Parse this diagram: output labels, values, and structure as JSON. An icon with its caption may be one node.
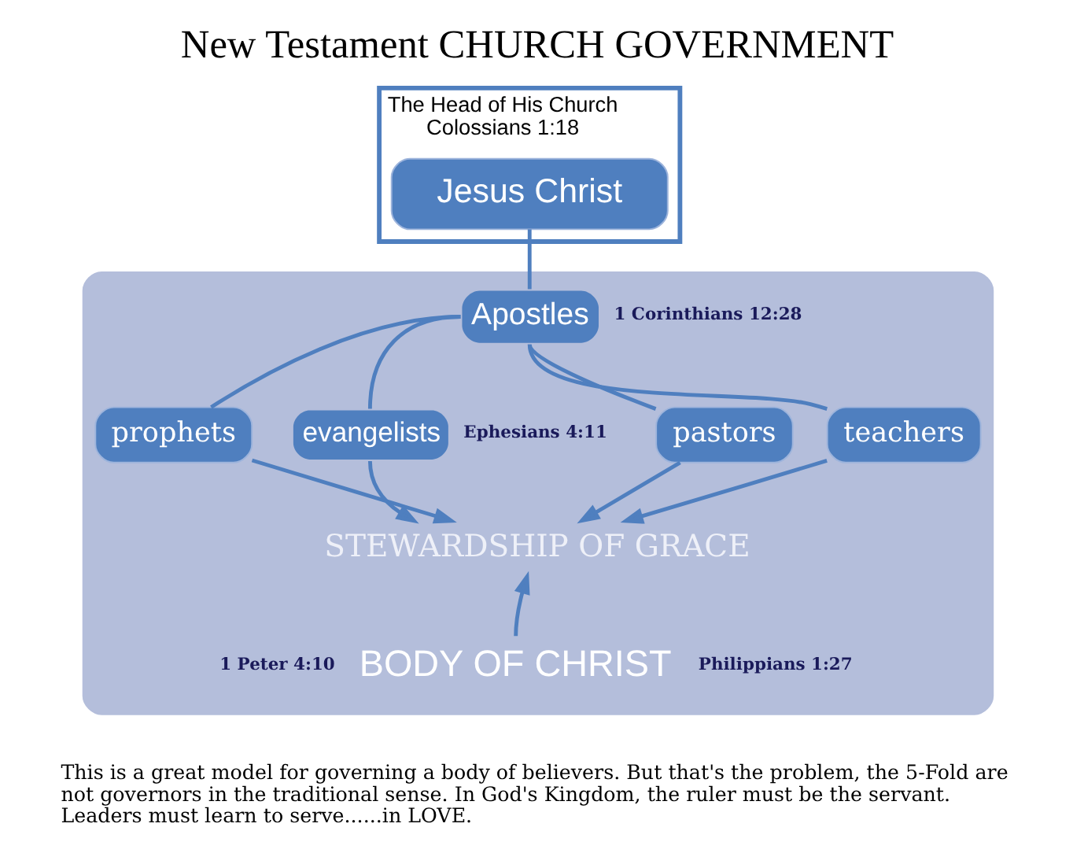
{
  "diagram": {
    "title": "New Testament CHURCH GOVERNMENT",
    "caption": "This is a great model for governing a body of believers. But that's the problem, the 5-Fold are not governors in the traditional sense. In God's Kingdom, the ruler must be the servant. Leaders must learn to serve......in LOVE.",
    "nodes": [
      {
        "text": [
          "The Head of His Church",
          "Colossians 1:18"
        ]
      },
      {
        "text": [
          "Jesus Christ"
        ],
        "in": 0
      },
      {
        "text": [],
        "shape": "box"
      },
      {
        "text": [
          "Apostles"
        ],
        "in": 2,
        "beside": [
          "1 Corinthians 12:28"
        ]
      },
      {
        "text": [
          "prophets"
        ],
        "in": 2
      },
      {
        "text": [
          "evangelists"
        ],
        "in": 2,
        "beside": [
          "Ephesians 4:11"
        ]
      },
      {
        "text": [
          "pastors"
        ],
        "in": 2
      },
      {
        "text": [
          "teachers"
        ],
        "in": 2
      },
      {
        "text": [
          "STEWARDSHIP OF GRACE"
        ],
        "in": 2
      },
      {
        "text": [
          "BODY OF CHRIST"
        ],
        "in": 2,
        "beside": [
          "1 Peter 4:10",
          "Philippians 1:27"
        ]
      }
    ],
    "edges": [
      {
        "from": 1,
        "to": 3,
        "arrow": "none"
      },
      {
        "from": 3,
        "to": 4,
        "arrow": "none"
      },
      {
        "from": 3,
        "to": 5,
        "arrow": "none"
      },
      {
        "from": 3,
        "to": 6,
        "arrow": "none"
      },
      {
        "from": 3,
        "to": 7,
        "arrow": "none"
      },
      {
        "from": 4,
        "to": 8,
        "arrow": "to"
      },
      {
        "from": 5,
        "to": 8,
        "arrow": "to"
      },
      {
        "from": 6,
        "to": 8,
        "arrow": "to"
      },
      {
        "from": 7,
        "to": 8,
        "arrow": "to"
      },
      {
        "from": 9,
        "to": 8,
        "arrow": "to"
      }
    ]
  }
}
